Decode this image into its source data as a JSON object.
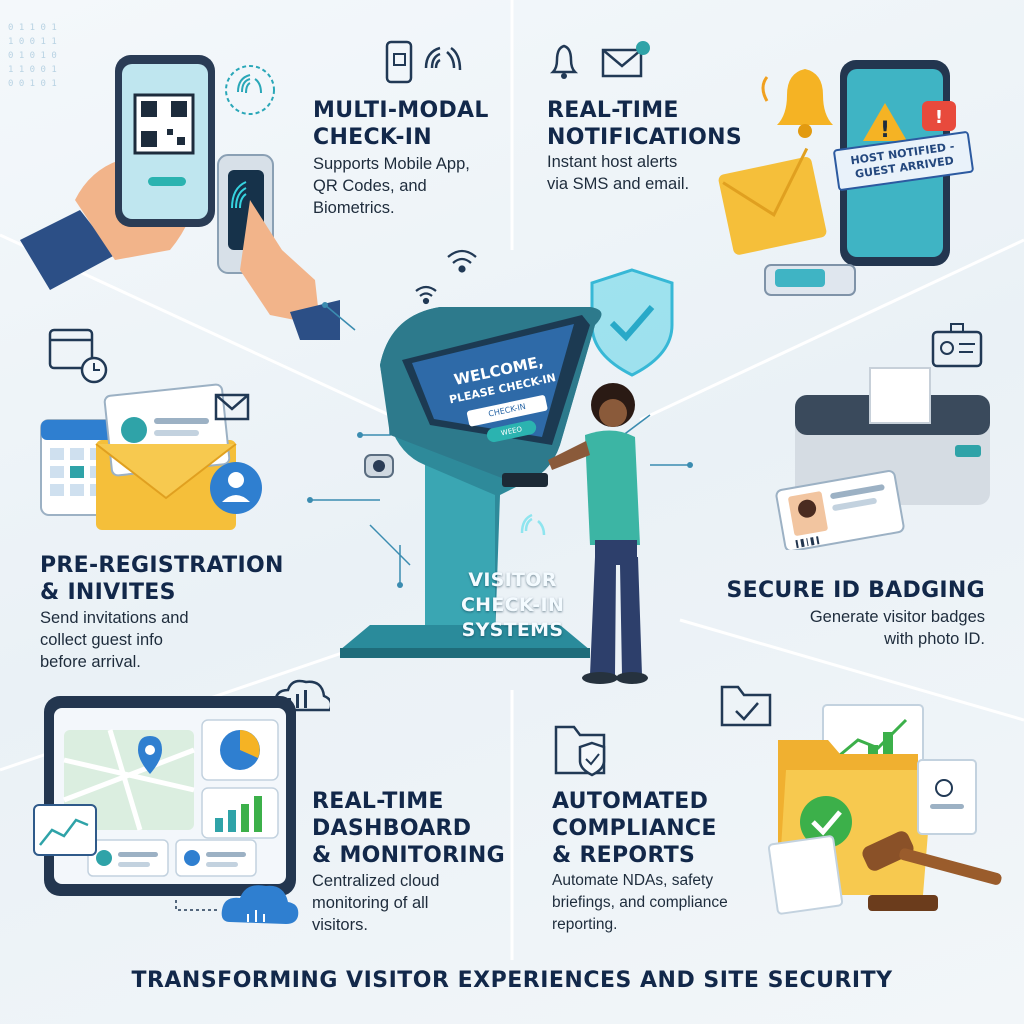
{
  "features": {
    "checkin": {
      "title": [
        "MULTI-MODAL",
        "CHECK-IN"
      ],
      "description": [
        "Supports Mobile App,",
        "QR Codes, and",
        "Biometrics."
      ]
    },
    "notifications": {
      "title": [
        "REAL-TIME",
        "NOTIFICATIONS"
      ],
      "description": [
        "Instant host alerts",
        "via SMS and email."
      ],
      "banner": [
        "HOST NOTIFIED -",
        "GUEST ARRIVED"
      ]
    },
    "preregistration": {
      "title": [
        "PRE-REGISTRATION",
        "& INIVITES"
      ],
      "description": [
        "Send invitations and",
        "collect guest info",
        "before arrival."
      ]
    },
    "badging": {
      "title": [
        "SECURE ID BADGING"
      ],
      "description": [
        "Generate visitor badges",
        "with photo ID."
      ]
    },
    "dashboard": {
      "title": [
        "REAL-TIME",
        "DASHBOARD",
        "& MONITORING"
      ],
      "description": [
        "Centralized cloud",
        "monitoring of all",
        "visitors."
      ]
    },
    "compliance": {
      "title": [
        "AUTOMATED",
        "COMPLIANCE",
        "& REPORTS"
      ],
      "description": [
        "Automate NDAs, safety",
        "briefings, and compliance",
        "reporting."
      ]
    }
  },
  "kiosk": {
    "screen_heading": [
      "WELCOME,",
      "PLEASE CHECK-IN"
    ],
    "screen_field": "CHECK-IN",
    "screen_button": "WEEO",
    "title": [
      "VISITOR",
      "CHECK-IN",
      "SYSTEMS"
    ]
  },
  "footer": "TRANSFORMING VISITOR EXPERIENCES AND SITE SECURITY",
  "colors": {
    "navy": "#12284a",
    "teal": "#2fa3a8",
    "accent_blue": "#2f7fd0",
    "alert_orange": "#f0a020",
    "success_green": "#3cb04a"
  },
  "icons": [
    "qr-phone-icon",
    "fingerprint-icon",
    "bell-icon",
    "envelope-icon",
    "warning-icon",
    "calendar-icon",
    "id-card-icon",
    "printer-icon",
    "cloud-chart-icon",
    "folder-icon",
    "shield-check-icon",
    "gavel-icon",
    "map-pin-icon",
    "wifi-icon"
  ]
}
